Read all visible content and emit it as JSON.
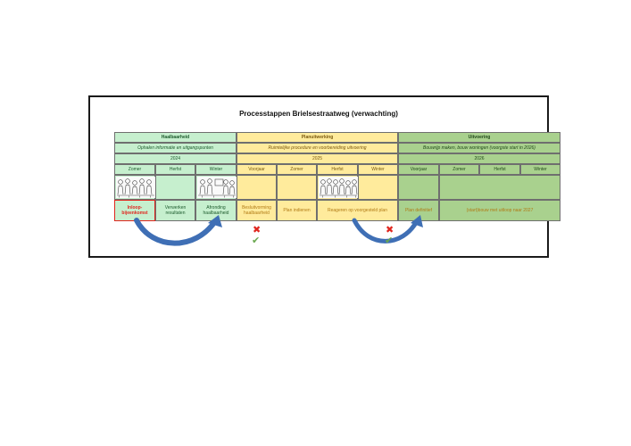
{
  "title": "Processtappen Brielsestraatweg (verwachting)",
  "phases": [
    {
      "name": "Haalbaarheid",
      "description": "Ophalen informatie en uitgangspunten",
      "year": "2024"
    },
    {
      "name": "Planuitwerking",
      "description": "Ruimtelijke procedure en voorbereiding uitvoering",
      "year": "2025"
    },
    {
      "name": "Uitvoering",
      "description": "Bouwrijp maken, bouw woningen (voorgste start in 2026)",
      "year": "2026"
    }
  ],
  "seasons": [
    "Zomer",
    "Herfst",
    "Winter",
    "Voorjaar",
    "Zomer",
    "Herfst",
    "Winter",
    "Voorjaar",
    "Zomer",
    "Herfst",
    "Winter"
  ],
  "steps": [
    "Inloop-bijeenkomst",
    "Verwerken resultaten",
    "Afronding haalbaarheid",
    "Besluitvorming haalbaarheid",
    "Plan indienen",
    "Reageren op voorgesteld plan",
    "Plan definitief",
    "(start)bouw met uitloop naar 2027"
  ],
  "marks": {
    "cross": "✖",
    "check": "✔"
  },
  "colors": {
    "haalbaarheid": "#c6efce",
    "planuitwerking": "#ffeb9c",
    "uitvoering": "#a9d18e",
    "arrow": "#3f6fb5",
    "highlight": "#e0261e"
  }
}
